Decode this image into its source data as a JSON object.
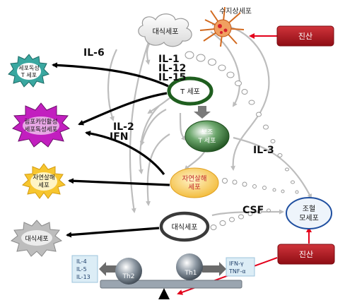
{
  "nodes": {
    "dendritic": "수지상세포",
    "macrophage_cloud": "대식세포",
    "t_cell": "T 세포",
    "helper_t": [
      "보조",
      "T 세포"
    ],
    "nk": [
      "자연살해",
      "세포"
    ],
    "macrophage_ring": "대식세포",
    "hematopoietic": [
      "조혈",
      "모세포"
    ],
    "th2": "Th2",
    "th1": "Th1"
  },
  "outputs": {
    "cytotoxic_t": [
      "세포독성",
      "T 세포"
    ],
    "lak": [
      "림포카인활성",
      "세포독성세포"
    ],
    "nk_out": [
      "자연살해",
      "세포"
    ],
    "macrophage_out": "대식세포"
  },
  "cytokines": {
    "il6": "IL-6",
    "il1": "IL-1",
    "il12": "IL-12",
    "il15": "IL-15",
    "il2": "IL-2",
    "ifn": "IFN",
    "il3": "IL-3",
    "csf": "CSF"
  },
  "th2_box": [
    "IL-4",
    "IL-5",
    "IL-13"
  ],
  "th1_box": [
    "IFN-γ",
    "TNF-α"
  ],
  "buttons": {
    "top": "진산",
    "bottom": "진산"
  },
  "colors": {
    "button_red": "#b5121b",
    "arrow_red": "#e3001b",
    "t_cell_ring": "#1f5e1f",
    "helper_fill": "#2e6b2e",
    "nk_fill": "#f6c64e",
    "hemato_ring": "#1f4fa0",
    "gray_arrow": "#bdbdbd"
  }
}
